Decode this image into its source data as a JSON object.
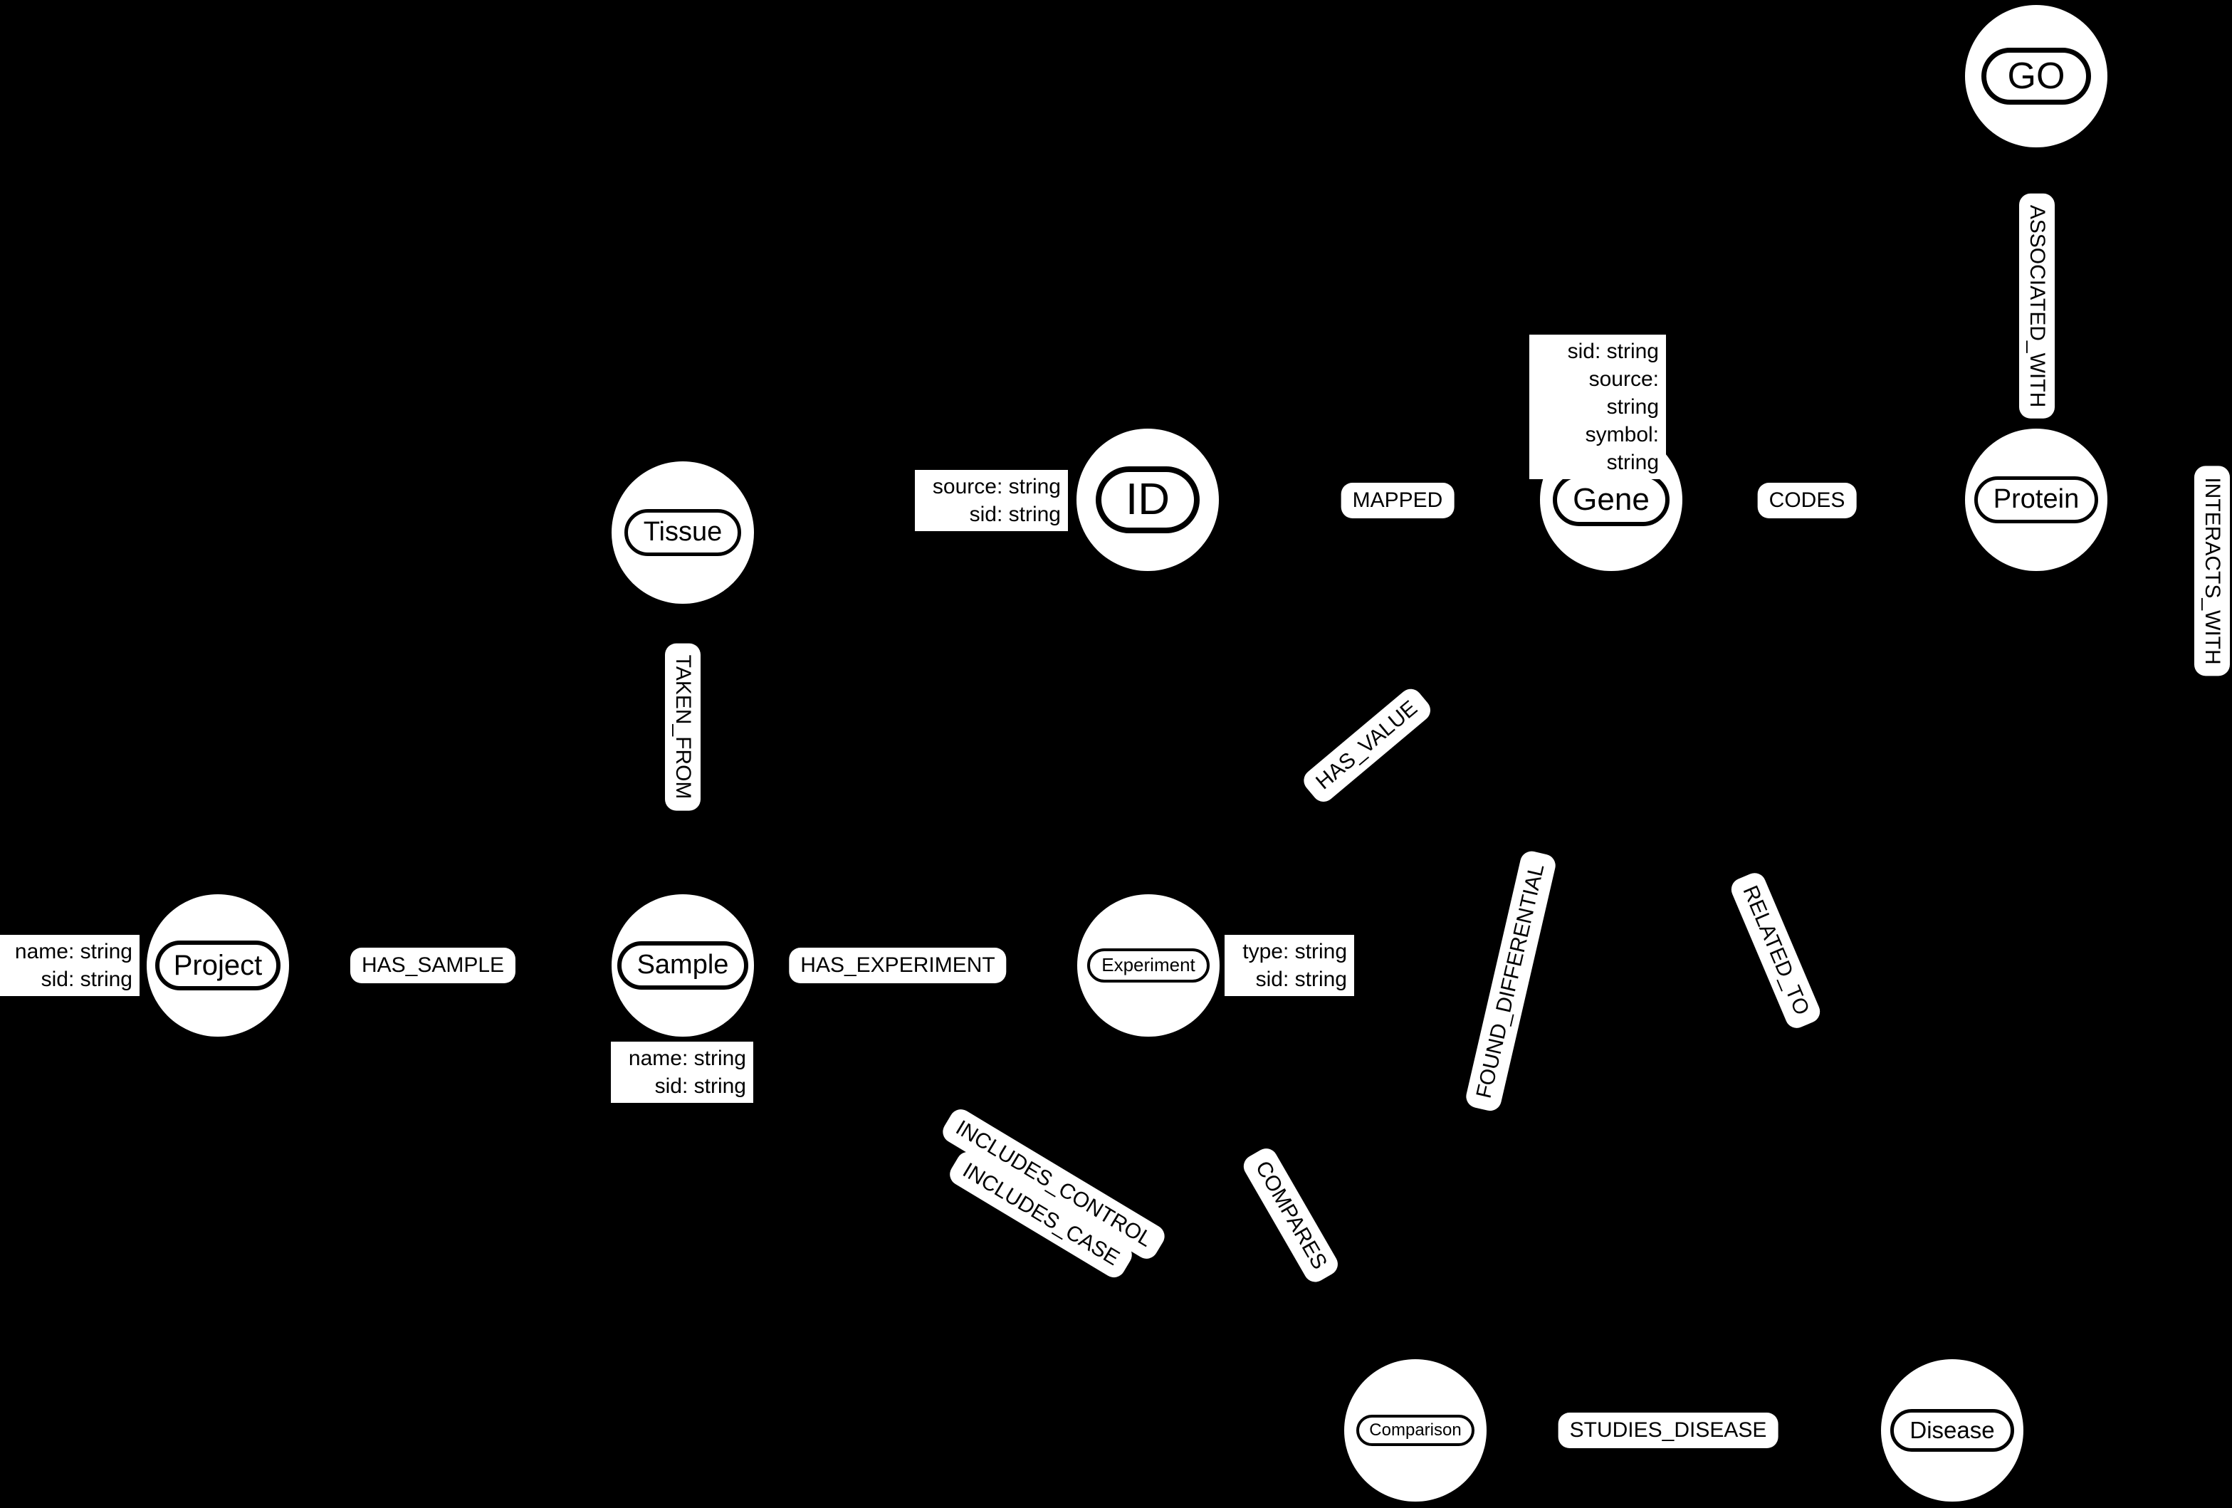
{
  "canvas": {
    "background": "#000000",
    "node_fill": "#ffffff",
    "text_color": "#000000",
    "label_background": "#ffffff"
  },
  "nodes": {
    "go": {
      "label": "GO"
    },
    "tissue": {
      "label": "Tissue"
    },
    "id": {
      "label": "ID"
    },
    "gene": {
      "label": "Gene"
    },
    "protein": {
      "label": "Protein"
    },
    "project": {
      "label": "Project"
    },
    "sample": {
      "label": "Sample"
    },
    "experiment": {
      "label": "Experiment"
    },
    "comparison": {
      "label": "Comparison"
    },
    "disease": {
      "label": "Disease"
    }
  },
  "relationships": {
    "associated_with": {
      "label": "ASSOCIATED_WITH"
    },
    "interacts_with": {
      "label": "INTERACTS_WITH"
    },
    "mapped": {
      "label": "MAPPED"
    },
    "codes": {
      "label": "CODES"
    },
    "taken_from": {
      "label": "TAKEN_FROM"
    },
    "has_sample": {
      "label": "HAS_SAMPLE"
    },
    "has_experiment": {
      "label": "HAS_EXPERIMENT"
    },
    "has_value": {
      "label": "HAS_VALUE"
    },
    "found_differential": {
      "label": "FOUND_DIFFERENTIAL"
    },
    "related_to": {
      "label": "RELATED_TO"
    },
    "includes_control": {
      "label": "INCLUDES_CONTROL"
    },
    "includes_case": {
      "label": "INCLUDES_CASE"
    },
    "compares": {
      "label": "COMPARES"
    },
    "studies_disease": {
      "label": "STUDIES_DISEASE"
    }
  },
  "properties": {
    "id": {
      "lines": [
        "source: string",
        "sid: string"
      ]
    },
    "gene": {
      "lines": [
        "sid: string",
        "source: string",
        "symbol: string"
      ]
    },
    "project": {
      "lines": [
        "name: string",
        "sid: string"
      ]
    },
    "sample": {
      "lines": [
        "name: string",
        "sid: string"
      ]
    },
    "experiment": {
      "lines": [
        "type: string",
        "sid: string"
      ]
    }
  }
}
